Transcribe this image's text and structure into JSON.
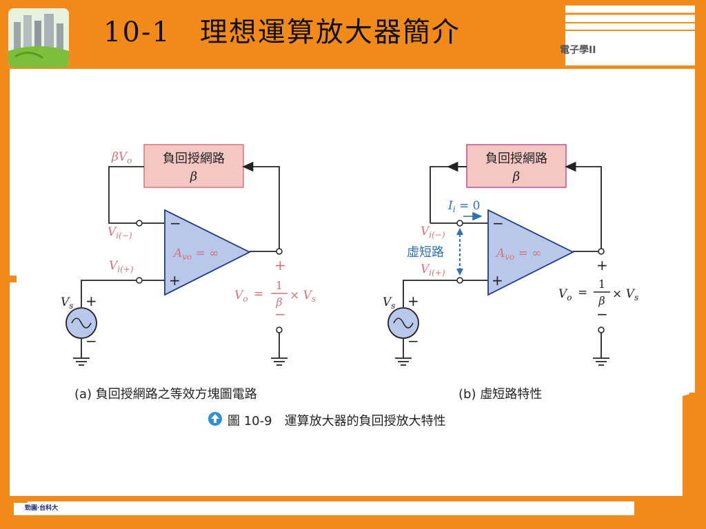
{
  "slide": {
    "title": "10-1　理想運算放大器簡介",
    "subject": "電子學II",
    "logo_text": "勁園‧台科大"
  },
  "colors": {
    "orange": "#f28a1a",
    "feedback_box_fill": "#f4c7c3",
    "feedback_box_stroke": "#d9707a",
    "opamp_fill": "#b7c8ea",
    "opamp_stroke": "#1f3b82",
    "label_pink": "#d4727a",
    "label_blue": "#2f6fb5"
  },
  "diagram_a": {
    "feedback_box_line1": "負回授網路",
    "feedback_box_line2": "β",
    "beta_vo": "βV",
    "beta_vo_sub": "o",
    "vin_minus": "V",
    "vin_minus_sub": "i(−)",
    "vin_plus": "V",
    "vin_plus_sub": "i(+)",
    "minus_sign": "−",
    "plus_sign": "+",
    "gain": "A",
    "gain_sub": "vo",
    "gain_value": " = ∞",
    "vs": "V",
    "vs_sub": "s",
    "out_plus": "+",
    "out_minus": "−",
    "vo": "V",
    "vo_sub": "o",
    "equals": "=",
    "frac_num": "1",
    "frac_den": "β",
    "times_vs": "× V",
    "times_vs_sub": "s",
    "caption": "(a) 負回授網路之等效方塊圖電路"
  },
  "diagram_b": {
    "feedback_box_line1": "負回授網路",
    "feedback_box_line2": "β",
    "ii": "I",
    "ii_sub": "i",
    "ii_value": " = 0",
    "vin_minus": "V",
    "vin_minus_sub": "i(−)",
    "vin_plus": "V",
    "vin_plus_sub": "i(+)",
    "virtual_short": "虛短路",
    "minus_sign": "−",
    "plus_sign": "+",
    "gain": "A",
    "gain_sub": "vo",
    "gain_value": " = ∞",
    "vs": "V",
    "vs_sub": "s",
    "out_plus": "+",
    "out_minus": "−",
    "vo": "V",
    "vo_sub": "o",
    "equals": "=",
    "frac_num": "1",
    "frac_den": "β",
    "times_vs": "× V",
    "times_vs_sub": "s",
    "caption": "(b) 虛短路特性"
  },
  "figure": {
    "icon": "up-arrow-circle-icon",
    "label": "圖 10-9　運算放大器的負回授放大特性"
  }
}
